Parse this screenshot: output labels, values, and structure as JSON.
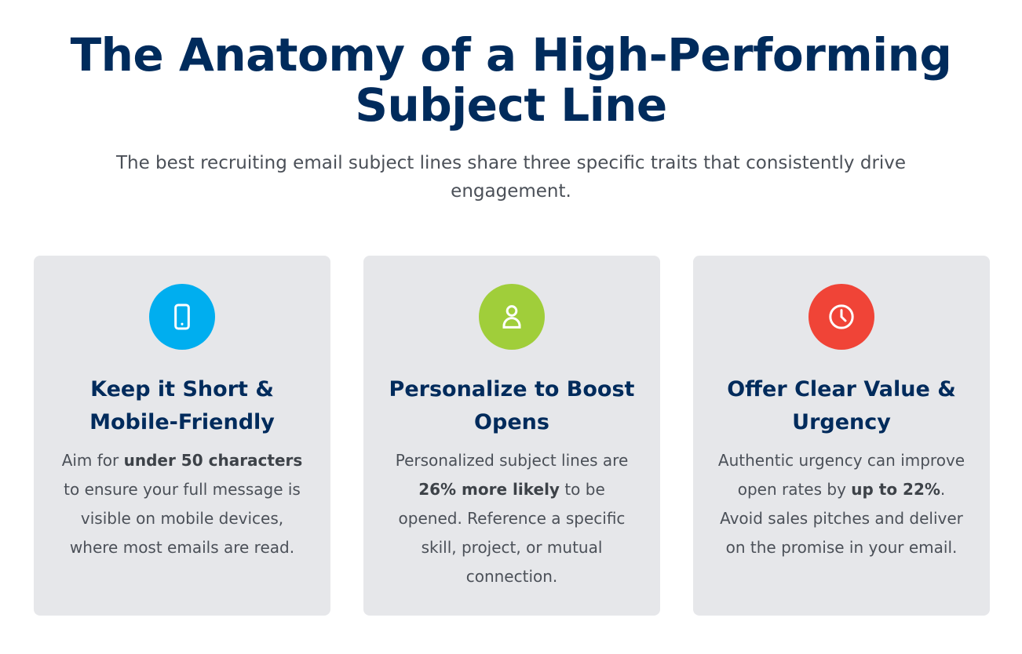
{
  "header": {
    "title": "The Anatomy of a High-Performing Subject Line",
    "subtitle": "The best recruiting email subject lines share three specific traits that consistently drive engagement."
  },
  "cards": [
    {
      "icon": "smartphone-icon",
      "color": "#00aeef",
      "title": "Keep it Short & Mobile-Friendly",
      "body_pre": "Aim for ",
      "body_bold": "under 50 characters",
      "body_post": " to ensure your full message is visible on mobile devices, where most emails are read."
    },
    {
      "icon": "user-icon",
      "color": "#a0ce3a",
      "title": "Personalize to Boost Opens",
      "body_pre": "Personalized subject lines are ",
      "body_bold": "26% more likely",
      "body_post": " to be opened. Reference a specific skill, project, or mutual connection."
    },
    {
      "icon": "clock-icon",
      "color": "#f04437",
      "title": "Offer Clear Value & Urgency",
      "body_pre": "Authentic urgency can improve open rates by ",
      "body_bold": "up to 22%",
      "body_post": ". Avoid sales pitches and deliver on the promise in your email."
    }
  ]
}
